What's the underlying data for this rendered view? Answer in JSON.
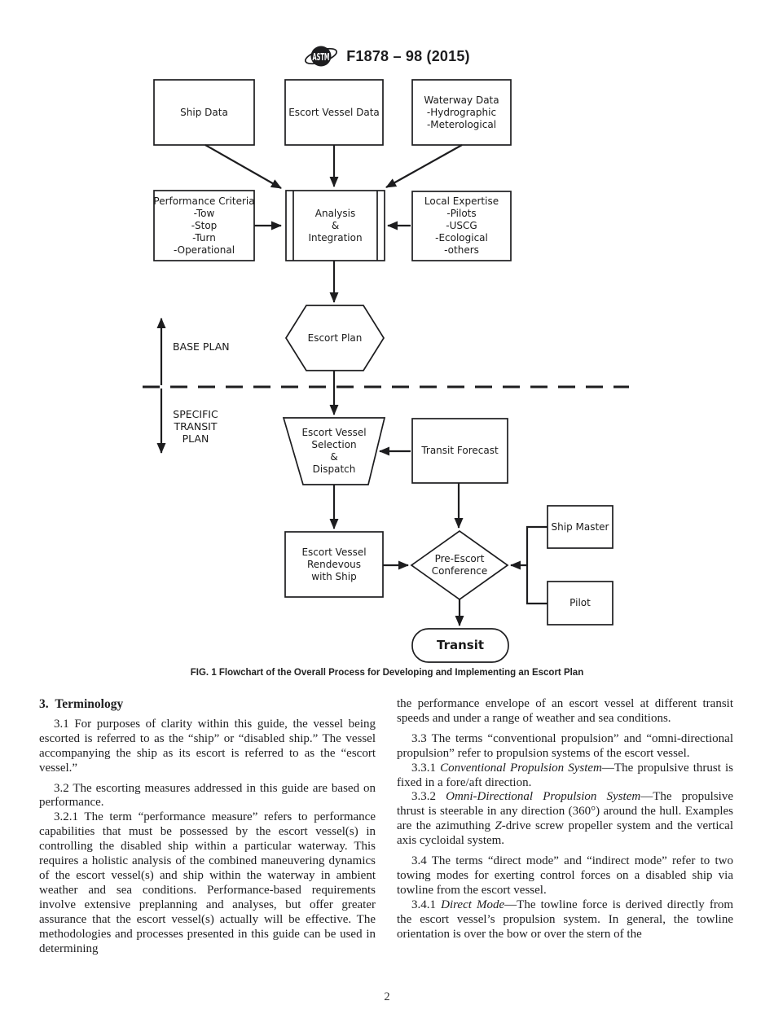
{
  "colors": {
    "ink": "#1d1d1f",
    "background": "#ffffff"
  },
  "header": {
    "logo": "astm-globe-logo",
    "designation": "F1878 – 98 (2015)"
  },
  "figure": {
    "caption": "FIG. 1 Flowchart of the Overall Process for Developing and Implementing an Escort Plan",
    "nodes": {
      "ship-data": [
        "Ship Data"
      ],
      "escort-vessel-data": [
        "Escort Vessel Data"
      ],
      "waterway-data": [
        "Waterway Data",
        "-Hydrographic",
        "-Meterological"
      ],
      "performance-criteria": [
        "Performance Criteria",
        "-Tow",
        "-Stop",
        "-Turn",
        "-Operational"
      ],
      "analysis-integration": [
        "Analysis",
        "&",
        "Integration"
      ],
      "local-expertise": [
        "Local Expertise",
        "-Pilots",
        "-USCG",
        "-Ecological",
        "-others"
      ],
      "escort-plan": [
        "Escort Plan"
      ],
      "escort-vessel-selection": [
        "Escort Vessel",
        "Selection",
        "&",
        "Dispatch"
      ],
      "transit-forecast": [
        "Transit Forecast"
      ],
      "escort-vessel-rendevous": [
        "Escort Vessel",
        "Rendevous",
        "with Ship"
      ],
      "pre-escort-conference": [
        "Pre-Escort",
        "Conference"
      ],
      "ship-master": [
        "Ship Master"
      ],
      "pilot": [
        "Pilot"
      ],
      "transit": [
        "Transit"
      ]
    },
    "zone_labels": {
      "base_plan": "BASE PLAN",
      "specific_transit_plan": [
        "SPECIFIC",
        "TRANSIT",
        "PLAN"
      ]
    }
  },
  "body": {
    "section_heading": "3. Terminology",
    "left": [
      {
        "indent": true,
        "gap": true,
        "seg": [
          {
            "t": "3.1 For purposes of clarity within this guide, the vessel being escorted is referred to as the “ship” or “disabled ship.” The vessel accompanying the ship as its escort is referred to as the “escort vessel.”"
          }
        ]
      },
      {
        "indent": true,
        "gap": true,
        "seg": [
          {
            "t": "3.2 The escorting measures addressed in this guide are based on performance."
          }
        ]
      },
      {
        "indent": true,
        "gap": false,
        "seg": [
          {
            "t": "3.2.1 The term “performance measure” refers to performance capabilities that must be possessed by the escort vessel(s) in controlling the disabled ship within a particular waterway. This requires a holistic analysis of the combined maneuvering dynamics of the escort vessel(s) and ship within the waterway in ambient weather and sea conditions. Performance-based requirements involve extensive preplanning and analyses, but offer greater assurance that the escort vessel(s) actually will be effective. The methodologies and processes presented in this guide can be used in determining"
          }
        ]
      }
    ],
    "right": [
      {
        "indent": false,
        "gap": false,
        "seg": [
          {
            "t": "the performance envelope of an escort vessel at different transit speeds and under a range of weather and sea conditions."
          }
        ]
      },
      {
        "indent": true,
        "gap": true,
        "seg": [
          {
            "t": "3.3 The terms “conventional propulsion” and “omni-directional propulsion” refer to propulsion systems of the escort vessel."
          }
        ]
      },
      {
        "indent": true,
        "gap": false,
        "seg": [
          {
            "t": "3.3.1 "
          },
          {
            "t": "Conventional Propulsion System",
            "i": true
          },
          {
            "t": "—The propulsive thrust is fixed in a fore/aft direction."
          }
        ]
      },
      {
        "indent": true,
        "gap": false,
        "seg": [
          {
            "t": "3.3.2 "
          },
          {
            "t": "Omni-Directional Propulsion System",
            "i": true
          },
          {
            "t": "—The propulsive thrust is steerable in any direction (360°) around the hull. Examples are the azimuthing "
          },
          {
            "t": "Z",
            "i": true
          },
          {
            "t": "-drive screw propeller system and the vertical axis cycloidal system."
          }
        ]
      },
      {
        "indent": true,
        "gap": true,
        "seg": [
          {
            "t": "3.4 The terms “direct mode” and “indirect mode” refer to two towing modes for exerting control forces on a disabled ship via towline from the escort vessel."
          }
        ]
      },
      {
        "indent": true,
        "gap": false,
        "seg": [
          {
            "t": "3.4.1 "
          },
          {
            "t": "Direct Mode",
            "i": true
          },
          {
            "t": "—The towline force is derived directly from the escort vessel’s propulsion system. In general, the towline orientation is over the bow or over the stern of the"
          }
        ]
      }
    ]
  },
  "footer": {
    "page_number": "2"
  }
}
